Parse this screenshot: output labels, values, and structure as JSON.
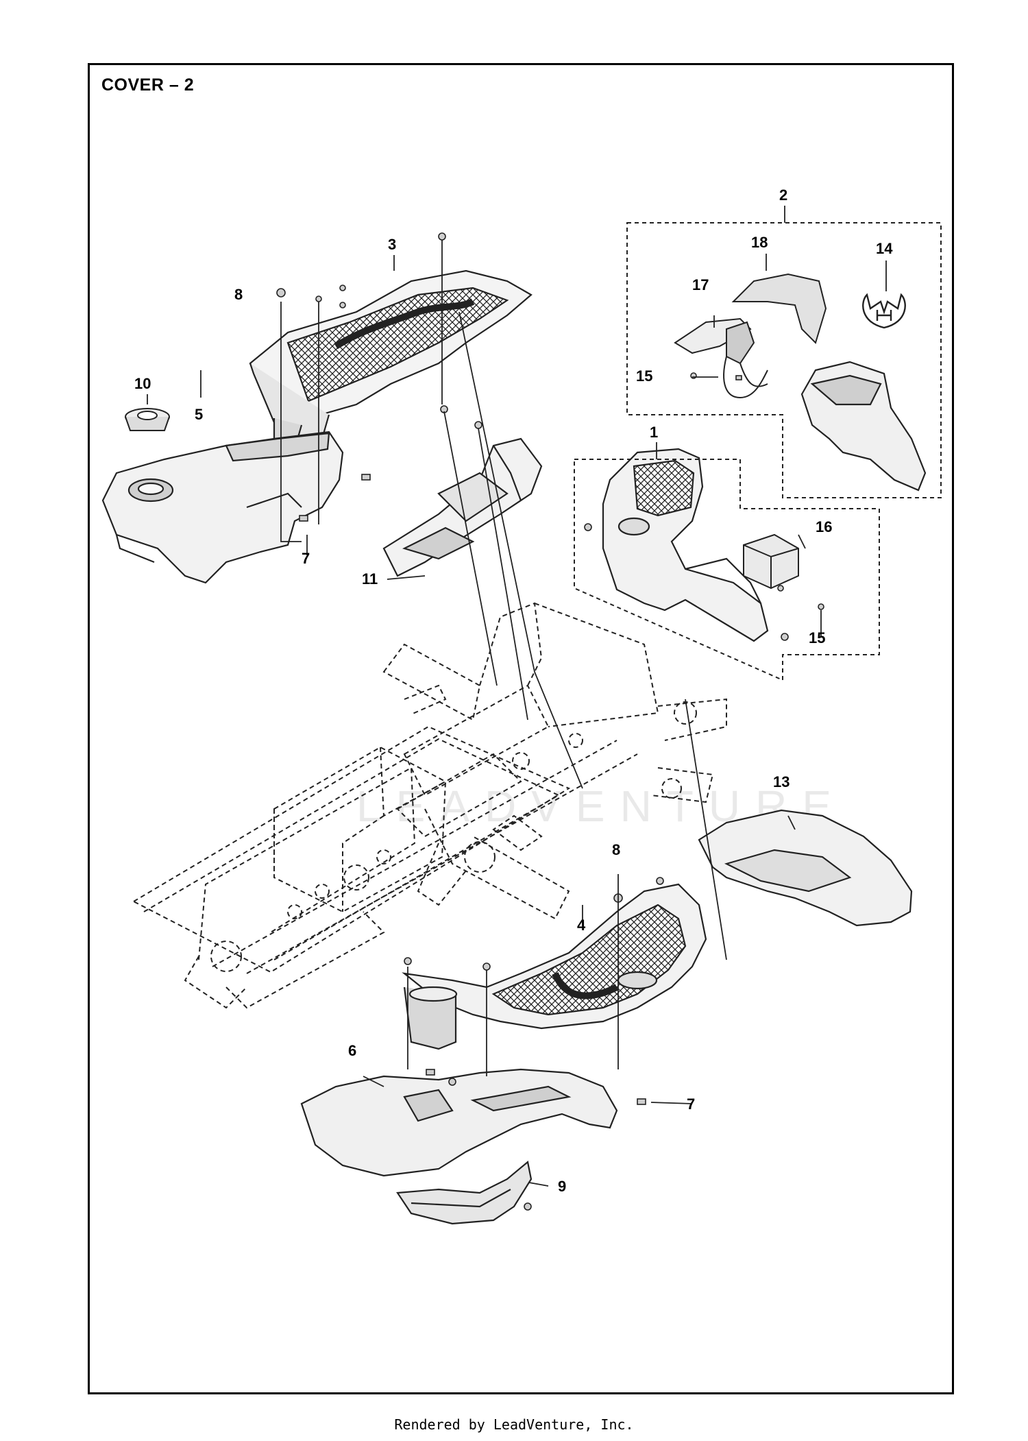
{
  "title": "COVER – 2",
  "footer": "Rendered by LeadVenture, Inc.",
  "watermark": "LEADVENTURE",
  "callouts": [
    "1",
    "2",
    "3",
    "4",
    "5",
    "6",
    "7",
    "7",
    "8",
    "8",
    "9",
    "10",
    "11",
    "13",
    "14",
    "15",
    "15",
    "16",
    "17",
    "18"
  ]
}
